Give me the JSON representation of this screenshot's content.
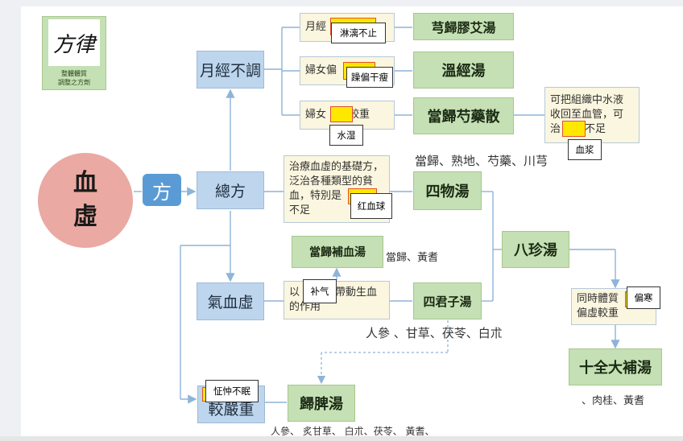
{
  "logo": {
    "mark": "方律",
    "line1": "整體體質",
    "line2": "調整之方劑"
  },
  "center": {
    "char1": "血",
    "char2": "虛"
  },
  "fang": "方",
  "nodes": {
    "yuejing": "月經不調",
    "zongfang": "總方",
    "qixue": "氣血虛",
    "jiaoyan": "較嚴重"
  },
  "formulas": {
    "xiongguei": "芎歸膠艾湯",
    "wenjing": "溫經湯",
    "danggui_shaoyao": "當歸芍藥散",
    "siwu": "四物湯",
    "danggui_buxue": "當歸補血湯",
    "sijunzi": "四君子湯",
    "bazhen": "八珍湯",
    "shiquan": "十全大補湯",
    "guipi": "歸脾湯"
  },
  "descs": {
    "d1": "月經",
    "d2": "婦女偏",
    "d3a": "婦女",
    "d3b": "較重",
    "d4a": "可把組織中水液",
    "d4b": "收回至血管，可",
    "d4c": "治",
    "d4d": "不足",
    "d5a": "治療血虛的基礎方，",
    "d5b": "泛治各種類型的貧",
    "d5c": "血，特別是",
    "d5d": "不足",
    "d6a": "以",
    "d6b": "帶動生血",
    "d6c": "的作用",
    "d7a": "同時體質",
    "d7b": "偏虛較重"
  },
  "notes": {
    "n1": "淋漓不止",
    "n2": "躁偏干瘦",
    "n3": "水湿",
    "n4": "血浆",
    "n5": "红血球",
    "n6": "补气",
    "n7": "偏寒",
    "n8": "怔忡不眠"
  },
  "ingredients": {
    "siwu": "當歸、熟地、芍藥、川芎",
    "buxue": "當歸、黃耆",
    "sijunzi": "人參 、甘草、茯苓、白朮",
    "shiquan": "、肉桂、黃耆",
    "guipi": "人參、 炙甘草、 白朮、茯苓、 黃耆、"
  },
  "colors": {
    "blue": "#bdd6ee",
    "green": "#c5e0b4",
    "cream": "#fbf6df",
    "circle": "#eaa9a2",
    "fang": "#5b9bd5",
    "line": "#8eb4d8"
  }
}
